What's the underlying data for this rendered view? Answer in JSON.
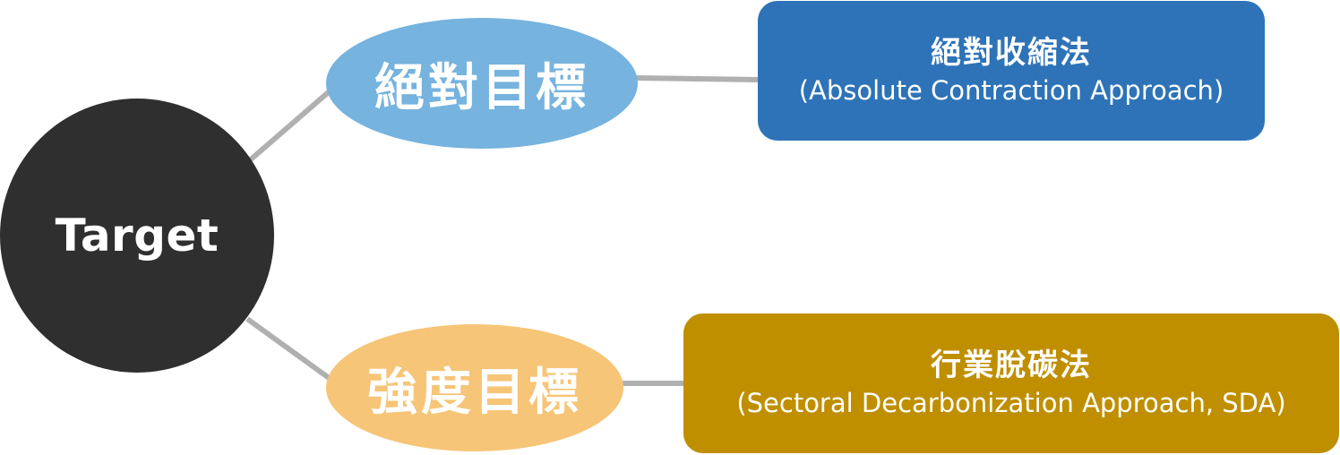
{
  "diagram": {
    "root": {
      "label": "Target"
    },
    "branches": [
      {
        "target_type": "絕對目標",
        "method_title": "絕對收縮法",
        "method_subtitle": "(Absolute Contraction Approach)"
      },
      {
        "target_type": "強度目標",
        "method_title": "行業脫碳法",
        "method_subtitle": "(Sectoral Decarbonization Approach, SDA)"
      }
    ]
  },
  "colors": {
    "root_fill": "#2f2f2f",
    "absolute_ellipse": "#76b3de",
    "intensity_ellipse": "#f6c577",
    "absolute_box": "#2e73b7",
    "sda_box": "#bf8f00",
    "connector": "#b0b0b0",
    "text": "#ffffff"
  }
}
